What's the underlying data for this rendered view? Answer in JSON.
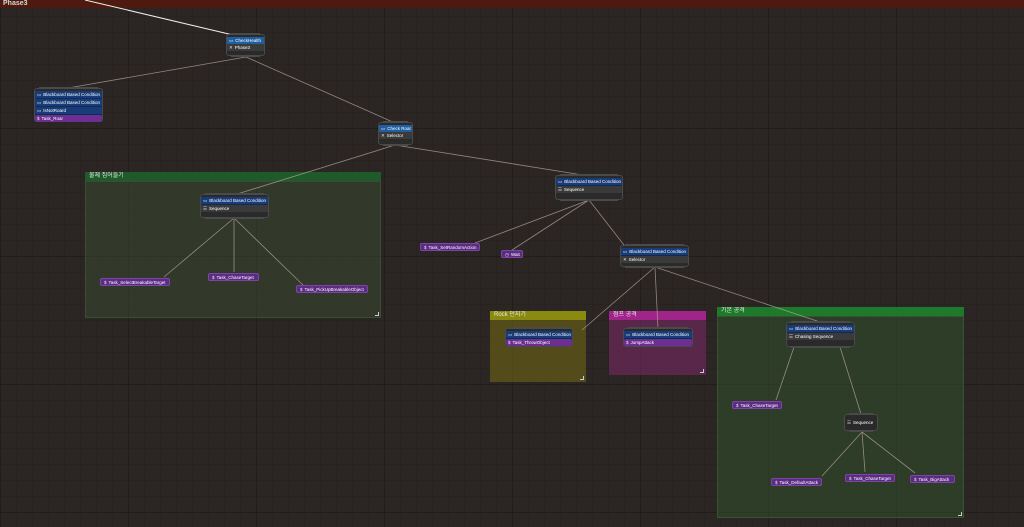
{
  "window": {
    "title": "Phase3"
  },
  "nodes": {
    "check_health": {
      "decorator": "CheckHealth",
      "composite": "Phase3"
    },
    "roar": {
      "decorators": [
        "Blackboard Based Condition",
        "Blackboard Based Condition",
        "IsNotRoard"
      ],
      "task": "Task_Roar"
    },
    "check_roar": {
      "decorator": "Check Roar",
      "composite": "Selector"
    },
    "grab_seq": {
      "decorator": "Blackboard Based Condition",
      "composite": "Sequence"
    },
    "main_seq": {
      "decorator": "Blackboard Based Condition",
      "composite": "Sequence"
    },
    "set_random_action": {
      "task": "Task_SetRandomAction"
    },
    "wait": {
      "task": "Wait"
    },
    "attack_selector": {
      "decorator": "Blackboard Based Condition",
      "composite": "Selector"
    },
    "throw_node": {
      "decorator": "Blackboard Based Condition",
      "task": "Task_ThrowObject"
    },
    "jump_node": {
      "decorator": "Blackboard Based Condition",
      "task": "JumpAttack"
    },
    "chase_seq": {
      "decorator": "Blackboard Based Condition",
      "composite": "Chasing Sequence"
    },
    "select_breakable": {
      "task": "Task_SelectBreakableTarget"
    },
    "chase_target_1": {
      "task": "Task_ChaseTarget"
    },
    "pickup_breakable": {
      "task": "Task_PickUpBreakableObject"
    },
    "chase_target_2": {
      "task": "Task_ChaseTarget"
    },
    "sequence_small": {
      "composite": "Sequence"
    },
    "default_attack": {
      "task": "Task_DefaultAttack"
    },
    "chase_target_3": {
      "task": "Task_ChaseTarget"
    },
    "big_attack": {
      "task": "Task_BigAttack"
    }
  },
  "comments": {
    "grab": {
      "title": "물체 집어들기",
      "color": "#1e5a2a"
    },
    "rock": {
      "title": "Rock 던지기",
      "color": "#8a8a10"
    },
    "jump": {
      "title": "점프 공격",
      "color": "#a0248a"
    },
    "basic": {
      "title": "기본 공격",
      "color": "#1e7a2a"
    }
  },
  "colors": {
    "decorator": "#183c78",
    "task": "#6a2f91",
    "composite": "#3a3a3a",
    "wire": "#b8a8a0"
  }
}
